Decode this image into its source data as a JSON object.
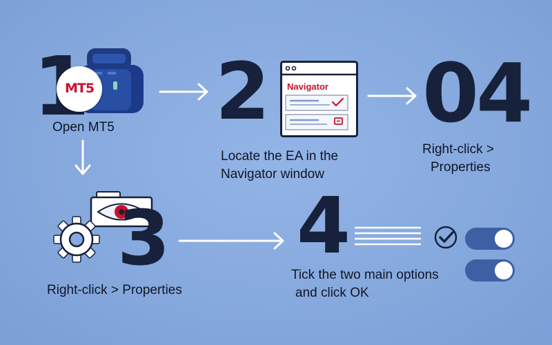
{
  "steps": [
    {
      "number": "1",
      "label": "Open MT5"
    },
    {
      "number": "2",
      "label_line1": "Locate the EA in the",
      "label_line2": "Navigator window"
    },
    {
      "number": "04",
      "label_line1": "Right-click >",
      "label_line2": "Properties"
    },
    {
      "number": "3",
      "label": "Right-click > Properties"
    },
    {
      "number": "4",
      "label_line1": "Tick the two main options",
      "label_line2": "and click OK"
    }
  ],
  "badges": {
    "mt5": "MT5"
  },
  "navigator_window": {
    "title": "Navigator"
  },
  "icons": [
    "robot-icon",
    "arrow-right-icon",
    "arrow-down-icon",
    "browser-window-icon",
    "checkmark-icon",
    "eye-icon",
    "gear-icon",
    "toggle-switch-icon",
    "check-circle-icon"
  ],
  "colors": {
    "background": "#86a9de",
    "dark_navy": "#17213b",
    "robot_blue": "#1f3f8f",
    "accent_red": "#c8102e",
    "toggle": "#3f5fa4"
  }
}
